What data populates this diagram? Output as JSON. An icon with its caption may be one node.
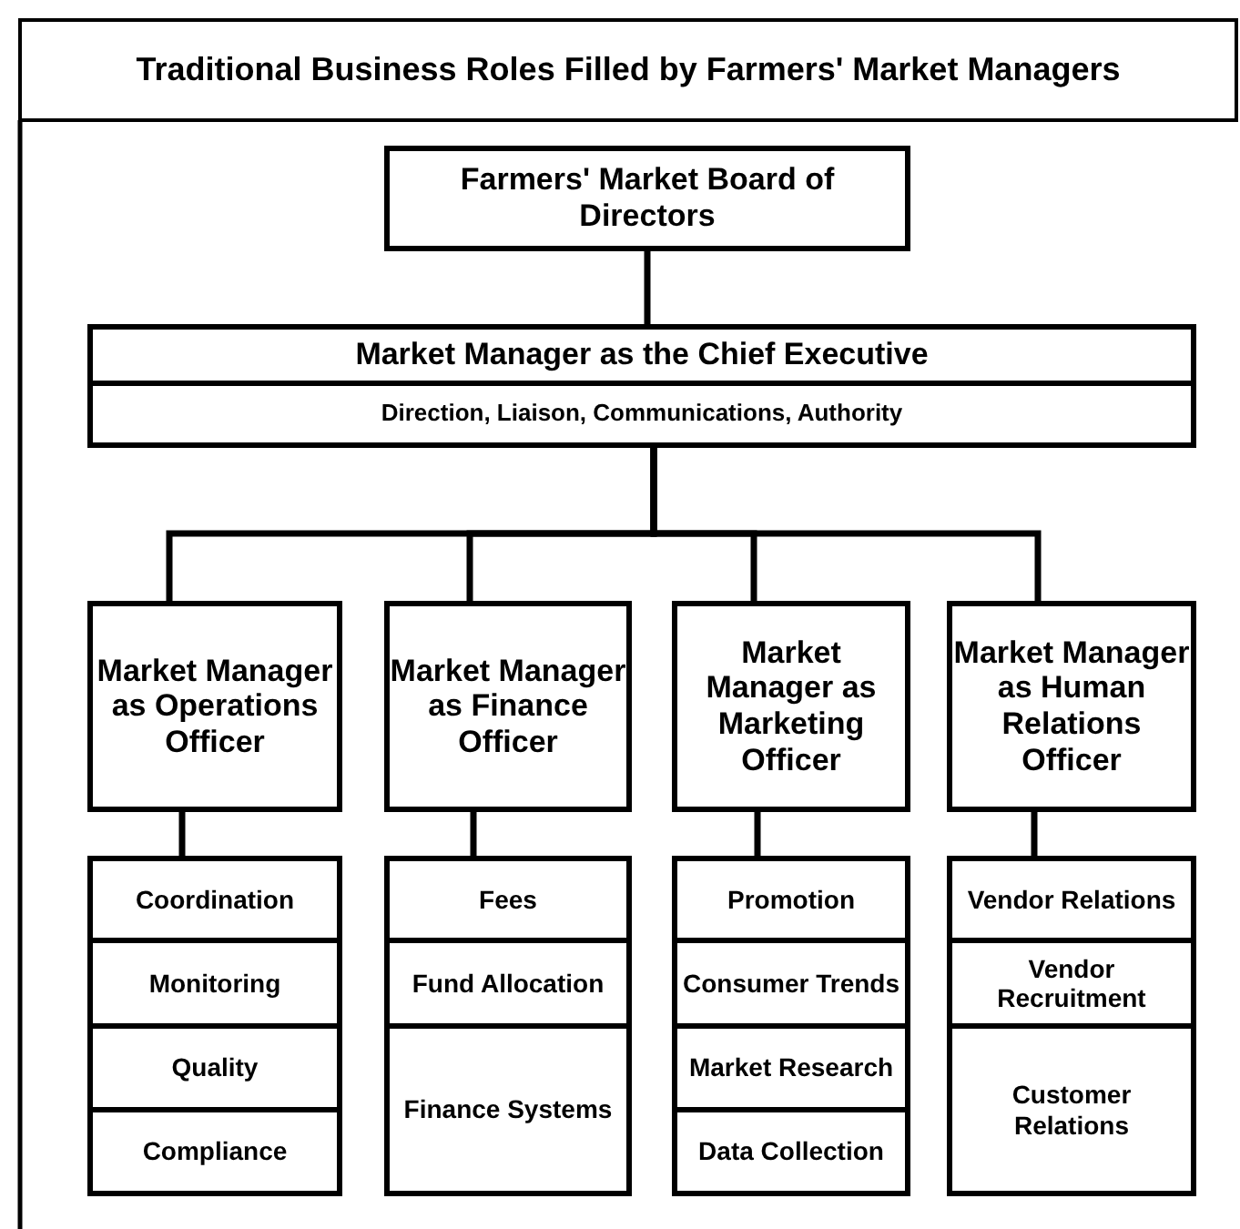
{
  "diagram": {
    "title": "Traditional Business Roles Filled by Farmers' Market Managers",
    "nodes": [
      {
        "text": [
          "Farmers' Market Board of Directors"
        ]
      },
      {
        "text": [
          "Market Manager as the Chief Executive",
          "Direction, Liaison, Communications, Authority"
        ]
      },
      {
        "text": [
          "Market Manager as Operations Officer"
        ]
      },
      {
        "text": [
          "Market Manager as Finance Officer"
        ]
      },
      {
        "text": [
          "Market Manager as Marketing Officer"
        ]
      },
      {
        "text": [
          "Market Manager as Human Relations Officer"
        ]
      },
      {
        "text": [
          "Coordination"
        ]
      },
      {
        "text": [
          "Monitoring"
        ]
      },
      {
        "text": [
          "Quality"
        ]
      },
      {
        "text": [
          "Compliance"
        ]
      },
      {
        "text": [
          "Fees"
        ]
      },
      {
        "text": [
          "Fund Allocation"
        ]
      },
      {
        "text": [
          "Finance Systems"
        ]
      },
      {
        "text": [
          "Promotion"
        ]
      },
      {
        "text": [
          "Consumer Trends"
        ]
      },
      {
        "text": [
          "Market Research"
        ]
      },
      {
        "text": [
          "Data Collection"
        ]
      },
      {
        "text": [
          "Vendor Relations"
        ]
      },
      {
        "text": [
          "Vendor Recruitment"
        ]
      },
      {
        "text": [
          "Customer Relations"
        ]
      }
    ],
    "edges": [
      {
        "from": 0,
        "to": 1,
        "arrow": "none"
      },
      {
        "from": 1,
        "to": 2,
        "arrow": "none"
      },
      {
        "from": 1,
        "to": 3,
        "arrow": "none"
      },
      {
        "from": 1,
        "to": 4,
        "arrow": "none"
      },
      {
        "from": 1,
        "to": 5,
        "arrow": "none"
      },
      {
        "from": 2,
        "to": 6,
        "arrow": "none"
      },
      {
        "from": 3,
        "to": 10,
        "arrow": "none"
      },
      {
        "from": 4,
        "to": 13,
        "arrow": "none"
      },
      {
        "from": 5,
        "to": 17,
        "arrow": "none"
      }
    ]
  }
}
